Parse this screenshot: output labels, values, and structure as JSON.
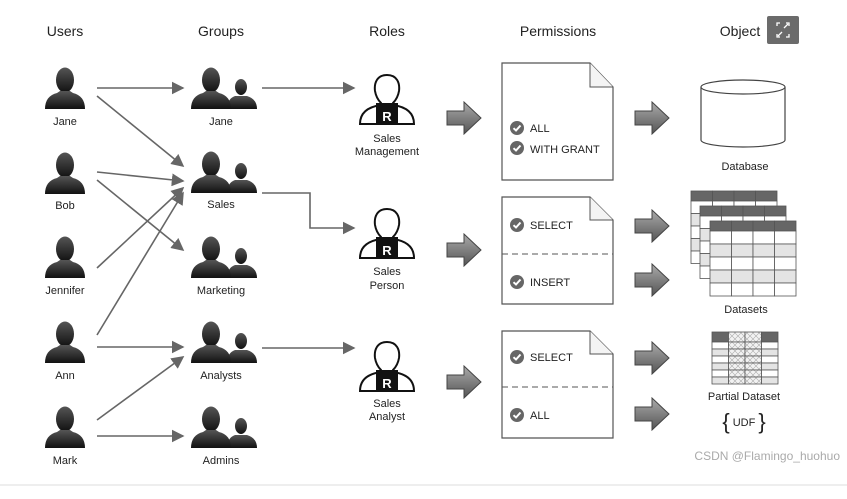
{
  "headers": {
    "users": "Users",
    "groups": "Groups",
    "roles": "Roles",
    "permissions": "Permissions",
    "object": "Object"
  },
  "expand_button": {
    "icon": "expand-icon",
    "color": "#6b6b6b"
  },
  "users": [
    "Jane",
    "Bob",
    "Jennifer",
    "Ann",
    "Mark"
  ],
  "groups": [
    "Jane",
    "Sales",
    "Marketing",
    "Analysts",
    "Admins"
  ],
  "roles": [
    {
      "line1": "Sales",
      "line2": "Management",
      "badge": "R"
    },
    {
      "line1": "Sales",
      "line2": "Person",
      "badge": "R"
    },
    {
      "line1": "Sales",
      "line2": "Analyst",
      "badge": "R"
    }
  ],
  "permissions": [
    {
      "items": [
        "ALL",
        "WITH GRANT"
      ]
    },
    {
      "items": [
        "SELECT",
        "INSERT"
      ]
    },
    {
      "items": [
        "SELECT",
        "ALL"
      ]
    }
  ],
  "objects": {
    "database": "Database",
    "datasets": "Datasets",
    "partial_dataset": "Partial Dataset",
    "udf": "UDF"
  },
  "watermark": "CSDN @Flamingo_huohuo"
}
